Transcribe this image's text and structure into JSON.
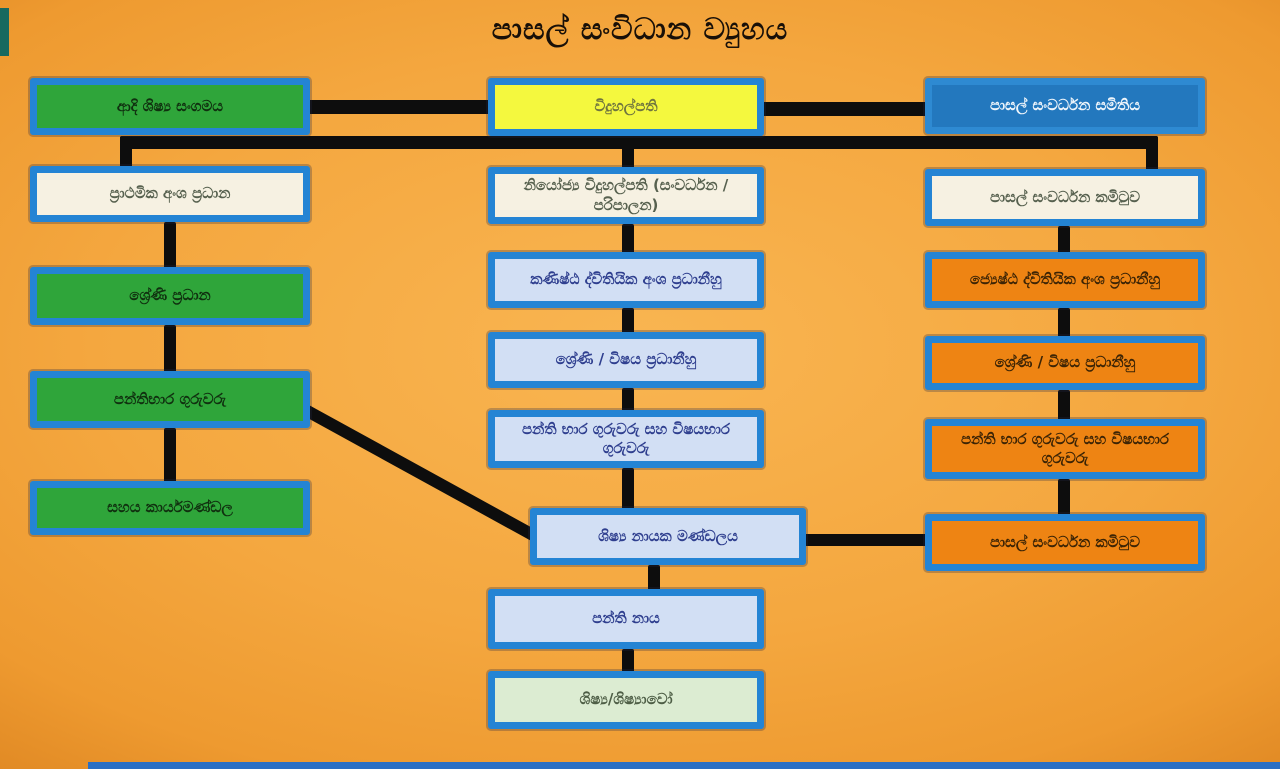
{
  "title": "පාසල් සංවිධාන ව්‍යුහය",
  "diagram": {
    "left_column": [
      {
        "id": "alumni-association",
        "label": "ආදි ශිෂ්‍ය සංගමය",
        "fill": "green"
      },
      {
        "id": "primary-section-head",
        "label": "ප්‍රාථමික අංශ ප්‍රධාන",
        "fill": "cream"
      },
      {
        "id": "grade-head",
        "label": "ශ්‍රේණි ප්‍රධාන",
        "fill": "green"
      },
      {
        "id": "class-teachers",
        "label": "පන්තිභාර ගුරුවරු",
        "fill": "green"
      },
      {
        "id": "support-staff",
        "label": "සහය කාර්යමණ්ඩල",
        "fill": "green"
      }
    ],
    "middle_column": [
      {
        "id": "principal",
        "label": "විදුහල්පති",
        "fill": "yellow"
      },
      {
        "id": "deputy-principal",
        "label": "නියෝජ්‍ය විදුහල්පති (සංවර්ධන / පරිපාලන)",
        "fill": "cream"
      },
      {
        "id": "junior-secondary-section-heads",
        "label": "කණිෂ්ඨ ද්විතියික අංශ ප්‍රධානීහු",
        "fill": "lightblue"
      },
      {
        "id": "grade-subject-heads-mid",
        "label": "ශ්‍රේණි / විෂය ප්‍රධානීහු",
        "fill": "lightblue"
      },
      {
        "id": "class-and-subject-teachers-mid",
        "label": "පන්ති භාර ගුරුවරු සහ විෂයභාර ගුරුවරු",
        "fill": "lightblue"
      },
      {
        "id": "student-leader-board",
        "label": "ශිෂ්‍ය නායක මණ්ඩලය",
        "fill": "lightblue"
      },
      {
        "id": "class-leaders",
        "label": "පන්ති නාය",
        "fill": "lightblue"
      },
      {
        "id": "students",
        "label": "ශිෂ්‍ය/ශිෂ්‍යාවෝ",
        "fill": "palegreen"
      }
    ],
    "right_column": [
      {
        "id": "school-development-society",
        "label": "පාසල් සංවර්ධන සමිතිය",
        "fill": "blue"
      },
      {
        "id": "school-development-committee-top",
        "label": "පාසල් සංවර්ධන කමිටුව",
        "fill": "cream"
      },
      {
        "id": "senior-secondary-section-heads",
        "label": "ජ්‍යෙෂ්ඨ ද්විතියික අංශ ප්‍රධානීහු",
        "fill": "orange"
      },
      {
        "id": "grade-subject-heads-right",
        "label": "ශ්‍රේණි / විෂය ප්‍රධානීහු",
        "fill": "orange"
      },
      {
        "id": "class-and-subject-teachers-right",
        "label": "පන්ති භාර ගුරුවරු සහ විෂයභාර ගුරුවරු",
        "fill": "orange"
      },
      {
        "id": "school-development-committee-bottom",
        "label": "පාසල් සංවර්ධන කමිටුව",
        "fill": "orange"
      }
    ],
    "edges": [
      [
        "alumni-association",
        "principal"
      ],
      [
        "principal",
        "school-development-society"
      ],
      [
        "principal",
        "primary-section-head"
      ],
      [
        "principal",
        "deputy-principal"
      ],
      [
        "principal",
        "school-development-committee-top"
      ],
      [
        "primary-section-head",
        "grade-head"
      ],
      [
        "grade-head",
        "class-teachers"
      ],
      [
        "class-teachers",
        "support-staff"
      ],
      [
        "deputy-principal",
        "junior-secondary-section-heads"
      ],
      [
        "junior-secondary-section-heads",
        "grade-subject-heads-mid"
      ],
      [
        "grade-subject-heads-mid",
        "class-and-subject-teachers-mid"
      ],
      [
        "class-and-subject-teachers-mid",
        "student-leader-board"
      ],
      [
        "class-teachers",
        "student-leader-board"
      ],
      [
        "student-leader-board",
        "class-leaders"
      ],
      [
        "class-leaders",
        "students"
      ],
      [
        "student-leader-board",
        "school-development-committee-bottom"
      ],
      [
        "school-development-committee-top",
        "senior-secondary-section-heads"
      ],
      [
        "senior-secondary-section-heads",
        "grade-subject-heads-right"
      ],
      [
        "grade-subject-heads-right",
        "class-and-subject-teachers-right"
      ],
      [
        "class-and-subject-teachers-right",
        "school-development-committee-bottom"
      ]
    ]
  },
  "colors": {
    "background_orange": "#f2a23c",
    "box_border_blue": "#2484d4",
    "fill_green": "#2fa53a",
    "fill_yellow": "#f4f83e",
    "fill_cream": "#f6f1e2",
    "fill_lightblue": "#d2dff4",
    "fill_palegreen": "#dcecd2",
    "fill_blue": "#2378be",
    "fill_orange": "#ee8413",
    "connector_black": "#0d0d0d",
    "taskbar_blue": "#2a6fc4"
  }
}
